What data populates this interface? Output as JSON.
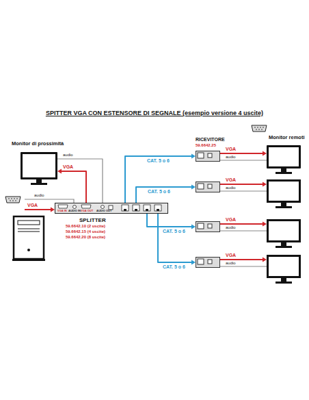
{
  "diagram": {
    "title": "SPITTER VGA CON ESTENSORE DI SEGNALE (esempio versione 4 uscite)",
    "nodes": [
      {
        "text": [
          "Monitor di prossimità"
        ]
      },
      {
        "text": [
          "VGA IN",
          "AUDIO IN",
          "VGA OUT",
          "AUDIO OUT",
          "SPLITTER",
          "59.6642.10 (2 uscite)",
          "59.6642.15 (4 uscite)",
          "59.6642.20 (8 uscite)"
        ]
      },
      {
        "text": [
          "RICEVITORE",
          "59.6642.25"
        ]
      },
      {
        "text": [
          "Monitor remoti"
        ]
      }
    ],
    "edges": [
      {
        "from": 1,
        "to": 0,
        "arrow": "to",
        "label": "VGA"
      },
      {
        "from": 1,
        "to": 0,
        "arrow": "none",
        "label": "audio"
      },
      {
        "from": 1,
        "to": 2,
        "arrow": "to",
        "label": "CAT. 5 o 6"
      },
      {
        "from": 2,
        "to": 3,
        "arrow": "to",
        "label": "VGA"
      },
      {
        "from": 2,
        "to": 3,
        "arrow": "none",
        "label": "audio"
      }
    ],
    "labels": [
      "audio",
      "VGA",
      "CAT. 5 o 6",
      "VGA",
      "audio",
      "CAT. 5 o 6",
      "VGA",
      "audio",
      "CAT. 5 o 6",
      "VGA",
      "audio"
    ]
  }
}
